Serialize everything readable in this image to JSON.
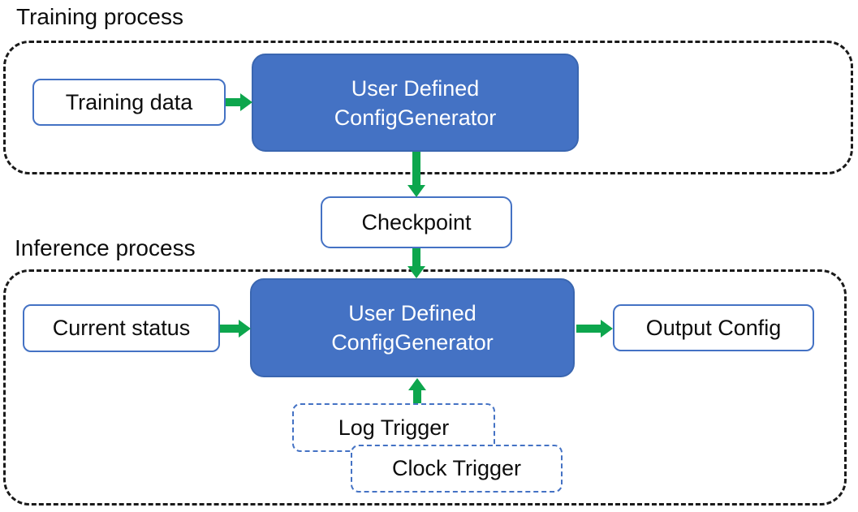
{
  "diagram": {
    "sections": {
      "training": {
        "title": "Training process"
      },
      "inference": {
        "title": "Inference process"
      }
    },
    "nodes": {
      "training_data": "Training data",
      "generator_top_line1": "User Defined",
      "generator_top_line2": "ConfigGenerator",
      "checkpoint": "Checkpoint",
      "current_status": "Current status",
      "generator_bottom_line1": "User Defined",
      "generator_bottom_line2": "ConfigGenerator",
      "output_config": "Output Config",
      "log_trigger": "Log Trigger",
      "clock_trigger": "Clock Trigger"
    },
    "colors": {
      "node_fill": "#4472C4",
      "node_border": "#3A66B0",
      "light_box_border": "#4472C4",
      "arrow_green": "#0DA64D",
      "dashed_container": "#1a1a1a",
      "text": "#0d0d0d"
    }
  }
}
